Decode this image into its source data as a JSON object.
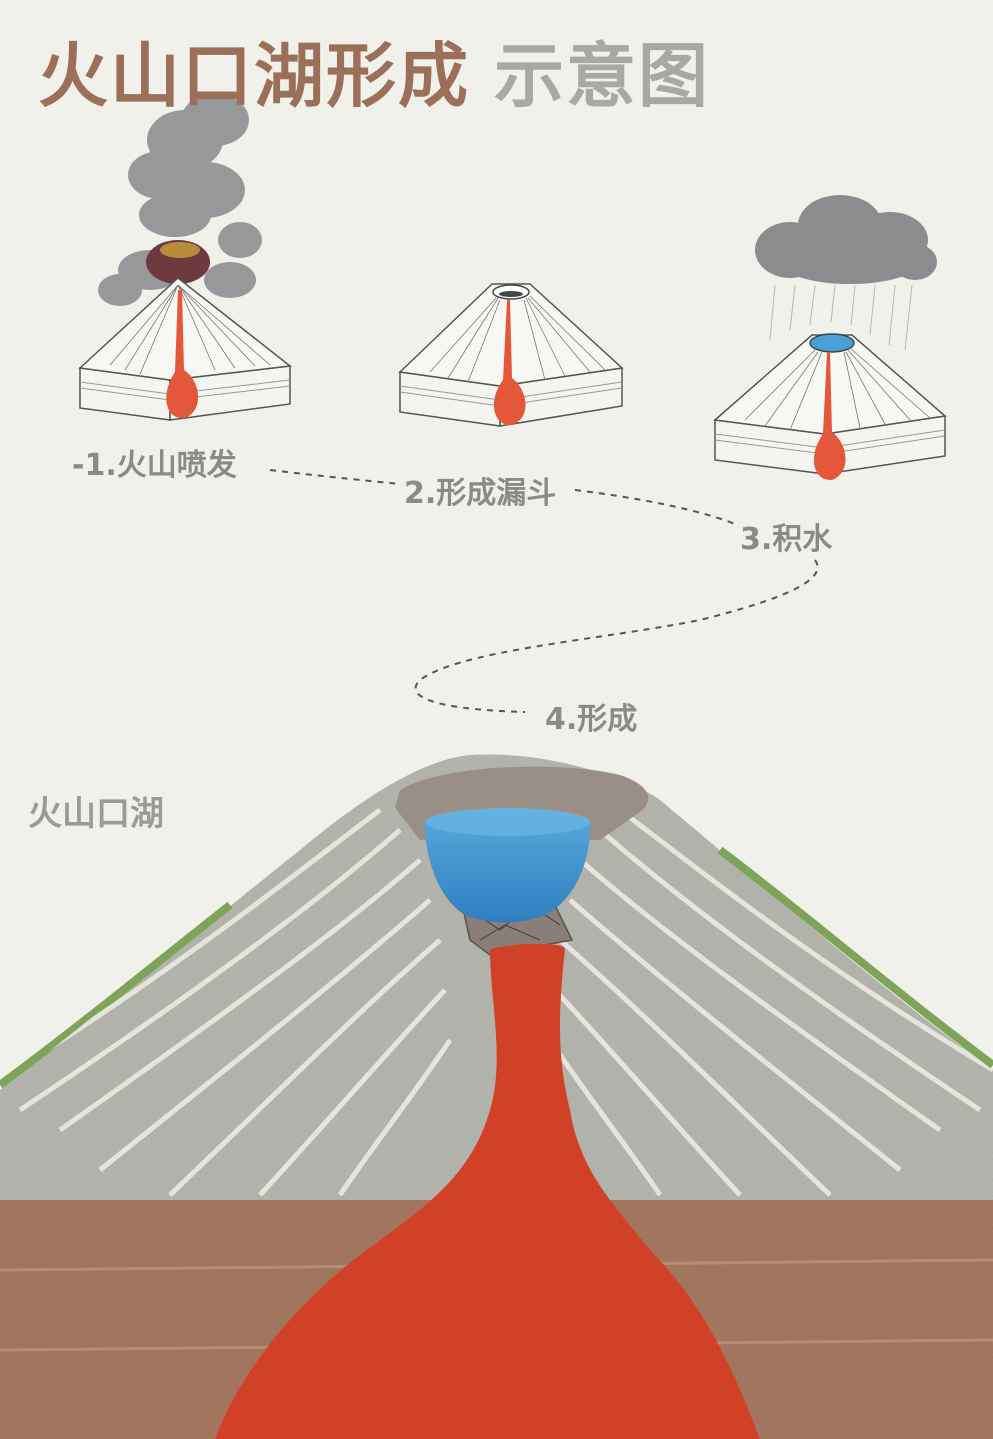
{
  "title": {
    "main": "火山口湖形成",
    "sub": "示意图"
  },
  "steps": [
    {
      "label": "-1.火山喷发",
      "prefix": "-"
    },
    {
      "label": "2.形成漏斗"
    },
    {
      "label": "3.积水"
    },
    {
      "label": "4.形成"
    }
  ],
  "main_label": "火山口湖",
  "colors": {
    "background": "#f1f1ec",
    "title_brown": "#9b6f58",
    "title_gray": "#a8a8a4",
    "magma": "#d9442a",
    "water": "#3b8fce",
    "cone_gray": "#b9bab2",
    "crust": "#a87a62",
    "grass": "#7ea45a"
  }
}
